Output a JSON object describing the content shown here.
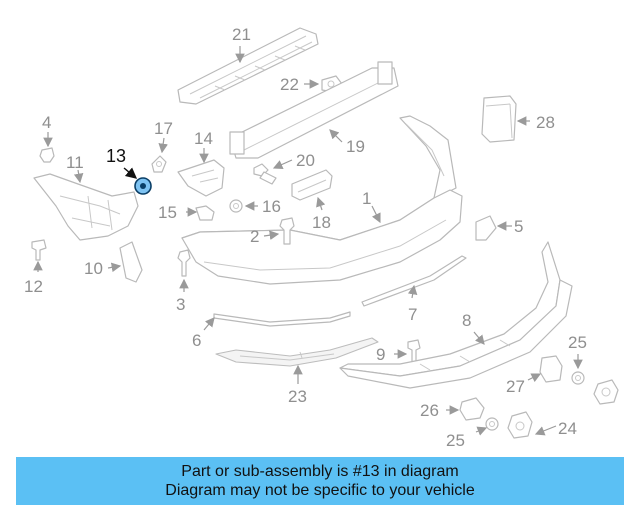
{
  "diagram": {
    "callouts": {
      "c1": "1",
      "c2": "2",
      "c3": "3",
      "c4": "4",
      "c5": "5",
      "c6": "6",
      "c7": "7",
      "c8": "8",
      "c9": "9",
      "c10": "10",
      "c11": "11",
      "c12": "12",
      "c13": "13",
      "c14": "14",
      "c15": "15",
      "c16": "16",
      "c17": "17",
      "c18": "18",
      "c19": "19",
      "c20": "20",
      "c21": "21",
      "c22": "22",
      "c23": "23",
      "c24": "24",
      "c25a": "25",
      "c25b": "25",
      "c26": "26",
      "c27": "27",
      "c28": "28"
    },
    "highlighted_part": "13",
    "highlight_color": "#7ec3f2",
    "part_color": "#b9b9b9"
  },
  "footer": {
    "line1": "Part or sub-assembly is #13 in diagram",
    "line2": "Diagram may not be specific to your vehicle",
    "background": "#5bc0f4"
  }
}
